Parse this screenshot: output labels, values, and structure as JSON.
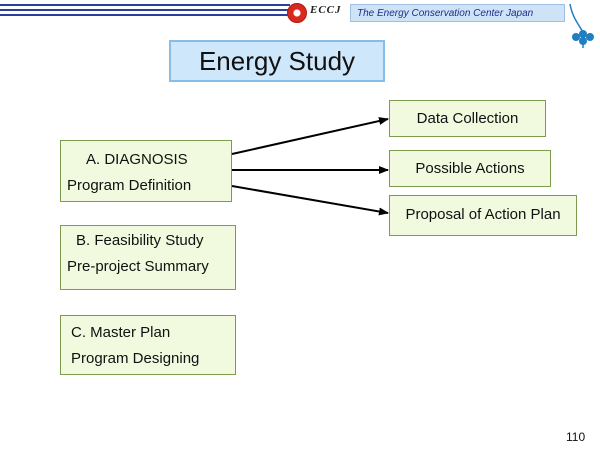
{
  "header": {
    "logo_text": "ECCJ",
    "org_name": "The Energy Conservation Center Japan"
  },
  "title": "Energy Study",
  "boxes": {
    "a": {
      "line1": "A. DIAGNOSIS",
      "line2": "Program Definition"
    },
    "b": {
      "line1": "B. Feasibility Study",
      "line2": "Pre-project Summary"
    },
    "c": {
      "line1": "C. Master Plan",
      "line2": "Program Designing"
    }
  },
  "outputs": [
    "Data Collection",
    "Possible Actions",
    "Proposal of Action Plan"
  ],
  "page_number": "110",
  "colors": {
    "header_line": "#2b3f9e",
    "title_fill": "#cfe7fa",
    "box_fill": "#f1fadf",
    "box_border": "#7d9b4c",
    "clover": "#1f7fc2"
  }
}
